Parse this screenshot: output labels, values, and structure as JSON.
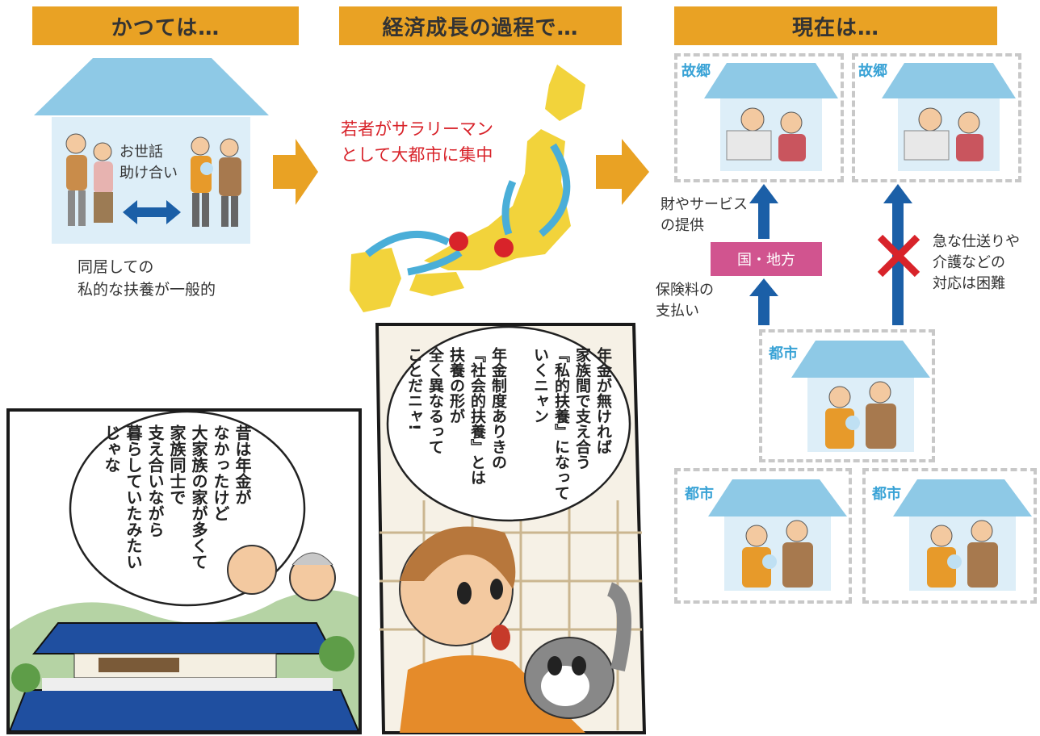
{
  "banners": {
    "past": "かつては…",
    "growth": "経済成長の過程で…",
    "present": "現在は…"
  },
  "past": {
    "care_label": "お世話\n助け合い",
    "caption_line1": "同居しての",
    "caption_line2": "私的な扶養が一般的"
  },
  "growth": {
    "label_line1": "若者がサラリーマン",
    "label_line2": "として大都市に集中"
  },
  "present": {
    "hometown_1": "故郷",
    "hometown_2": "故郷",
    "city_1": "都市",
    "city_2": "都市",
    "city_3": "都市",
    "goods_line1": "財やサービス",
    "goods_line2": "の提供",
    "gov_label": "国・地方",
    "premium_line1": "保険料の",
    "premium_line2": "支払い",
    "difficult_line1": "急な仕送りや",
    "difficult_line2": "介護などの",
    "difficult_line3": "対応は困難"
  },
  "manga": {
    "left_bubble": "昔は年金が\nなかったけど\n大家族の家が多くて\n家族同士で\n支え合いながら\n暮らしていたみたい\nじゃな",
    "right_bubble": "年金が無ければ\n家族間で支え合う\n『私的扶養』になって\nいくニャン\n\n年金制度ありきの\n『社会的扶養』とは\n扶養の形が\n全く異なるって\nことだニャ!"
  },
  "colors": {
    "banner": "#e9a224",
    "roof": "#8ec9e6",
    "arrow_blue": "#1b5fa7",
    "gov_box": "#d1548f",
    "cross": "#d8232a",
    "japan": "#f2d33b",
    "city_dot": "#d8232a"
  }
}
